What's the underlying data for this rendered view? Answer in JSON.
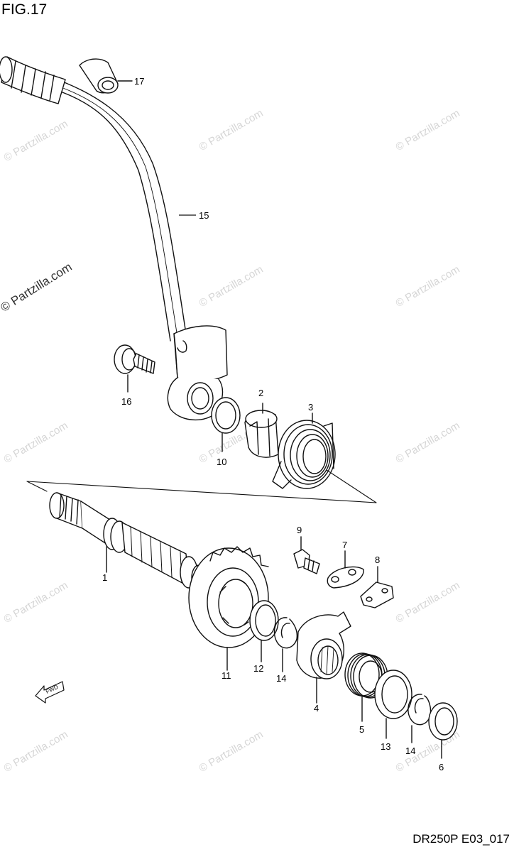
{
  "figure": {
    "title": "FIG.17",
    "code": "DR250P E03_017"
  },
  "watermark": {
    "text": "© Partzilla.com"
  },
  "fwd_label": "FWD",
  "callouts": [
    {
      "id": "c1",
      "label": "1"
    },
    {
      "id": "c2",
      "label": "2"
    },
    {
      "id": "c3",
      "label": "3"
    },
    {
      "id": "c4",
      "label": "4"
    },
    {
      "id": "c5",
      "label": "5"
    },
    {
      "id": "c6",
      "label": "6"
    },
    {
      "id": "c7",
      "label": "7"
    },
    {
      "id": "c8",
      "label": "8"
    },
    {
      "id": "c9",
      "label": "9"
    },
    {
      "id": "c10",
      "label": "10"
    },
    {
      "id": "c11",
      "label": "11"
    },
    {
      "id": "c12",
      "label": "12"
    },
    {
      "id": "c13",
      "label": "13"
    },
    {
      "id": "c14a",
      "label": "14"
    },
    {
      "id": "c14b",
      "label": "14"
    },
    {
      "id": "c15",
      "label": "15"
    },
    {
      "id": "c16",
      "label": "16"
    },
    {
      "id": "c17",
      "label": "17"
    }
  ]
}
